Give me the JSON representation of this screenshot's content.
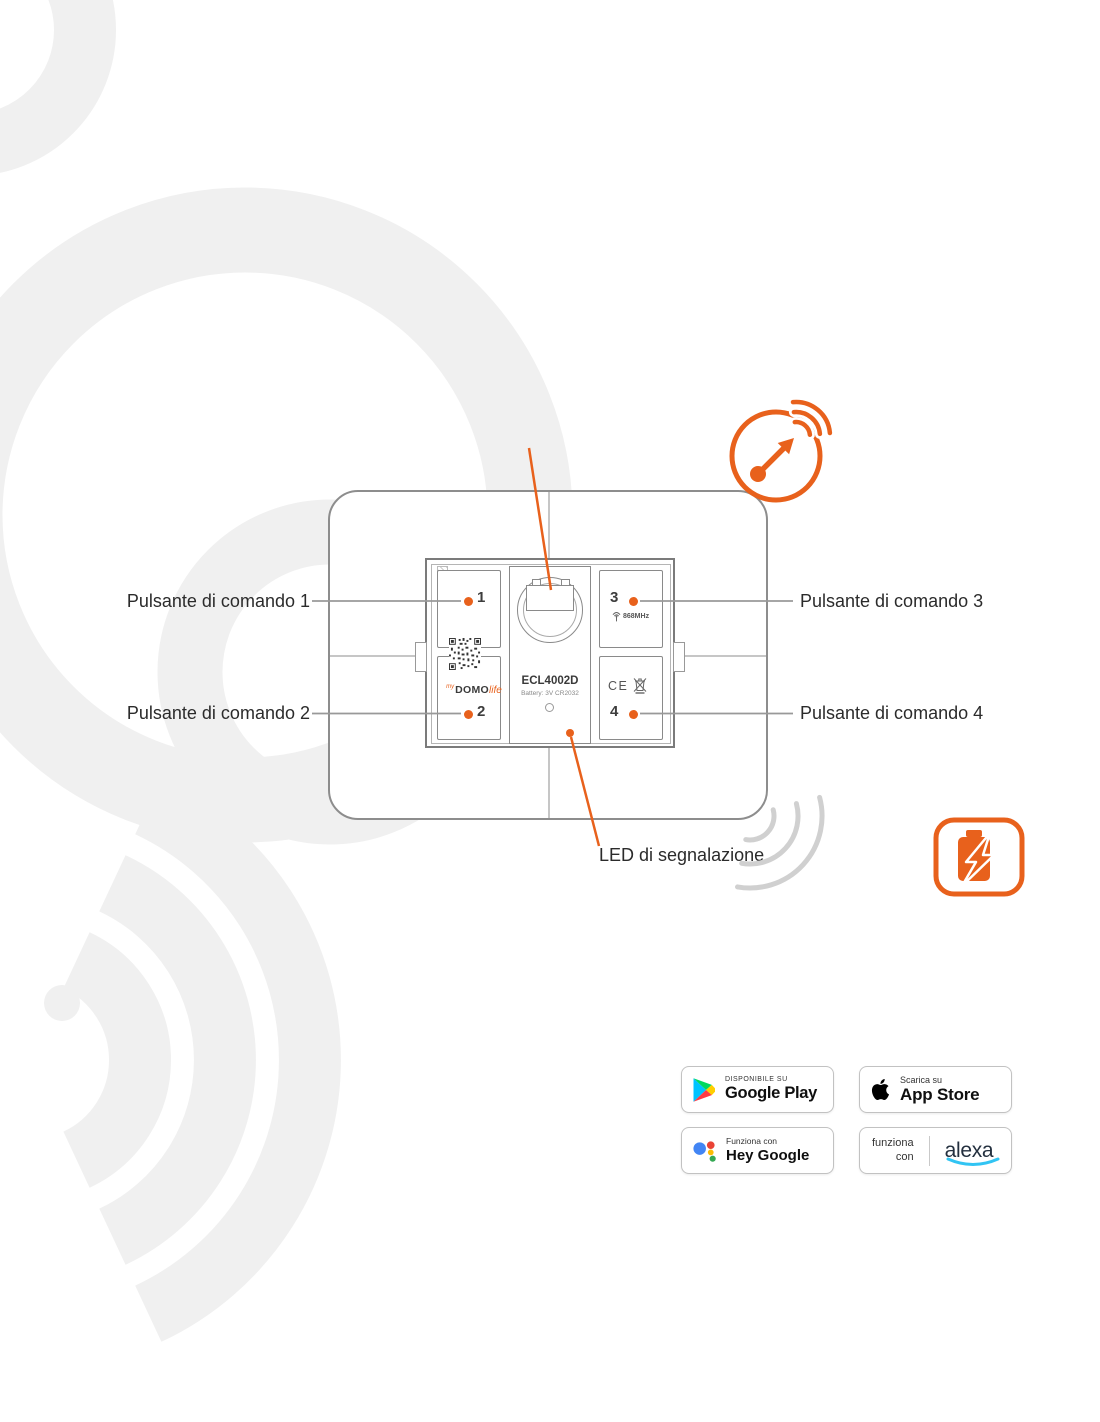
{
  "colors": {
    "accent": "#E8611C",
    "callout_line": "#999999",
    "watermark": "#f0f0f0",
    "alexa_smile": "#31C4F3"
  },
  "callouts": {
    "c1": "Pulsante di comando 1",
    "c2": "Pulsante di comando 2",
    "c3": "Pulsante di comando 3",
    "c4": "Pulsante di comando 4",
    "led": "LED di segnalazione"
  },
  "device": {
    "buttons": {
      "b1": "1",
      "b2": "2",
      "b3": "3",
      "b4": "4"
    },
    "model": "ECL4002D",
    "battery": "Battery: 3V CR2032",
    "brand": {
      "super": "my",
      "prefix": "DOMO",
      "suffix": "life"
    },
    "frequency": "868MHz",
    "ce_mark": "CE"
  },
  "badges": {
    "google_play": {
      "line1": "DISPONIBILE SU",
      "line2": "Google Play"
    },
    "app_store": {
      "line1": "Scarica su",
      "line2": "App Store"
    },
    "hey_google": {
      "line1": "Funziona con",
      "line2": "Hey Google"
    },
    "alexa": {
      "line1": "funziona",
      "line2": "con",
      "logo": "alexa"
    }
  },
  "icons": {
    "rf_signal": "rf-signal-icon",
    "battery_charge": "battery-charge-icon",
    "signal_waves": "signal-waves-icon",
    "antenna": "antenna-icon",
    "weee": "weee-bin-icon",
    "qr": "qr-code",
    "google_play": "google-play-icon",
    "apple": "apple-icon",
    "google_assistant": "google-assistant-icon",
    "alexa_smile": "alexa-smile-arc"
  }
}
